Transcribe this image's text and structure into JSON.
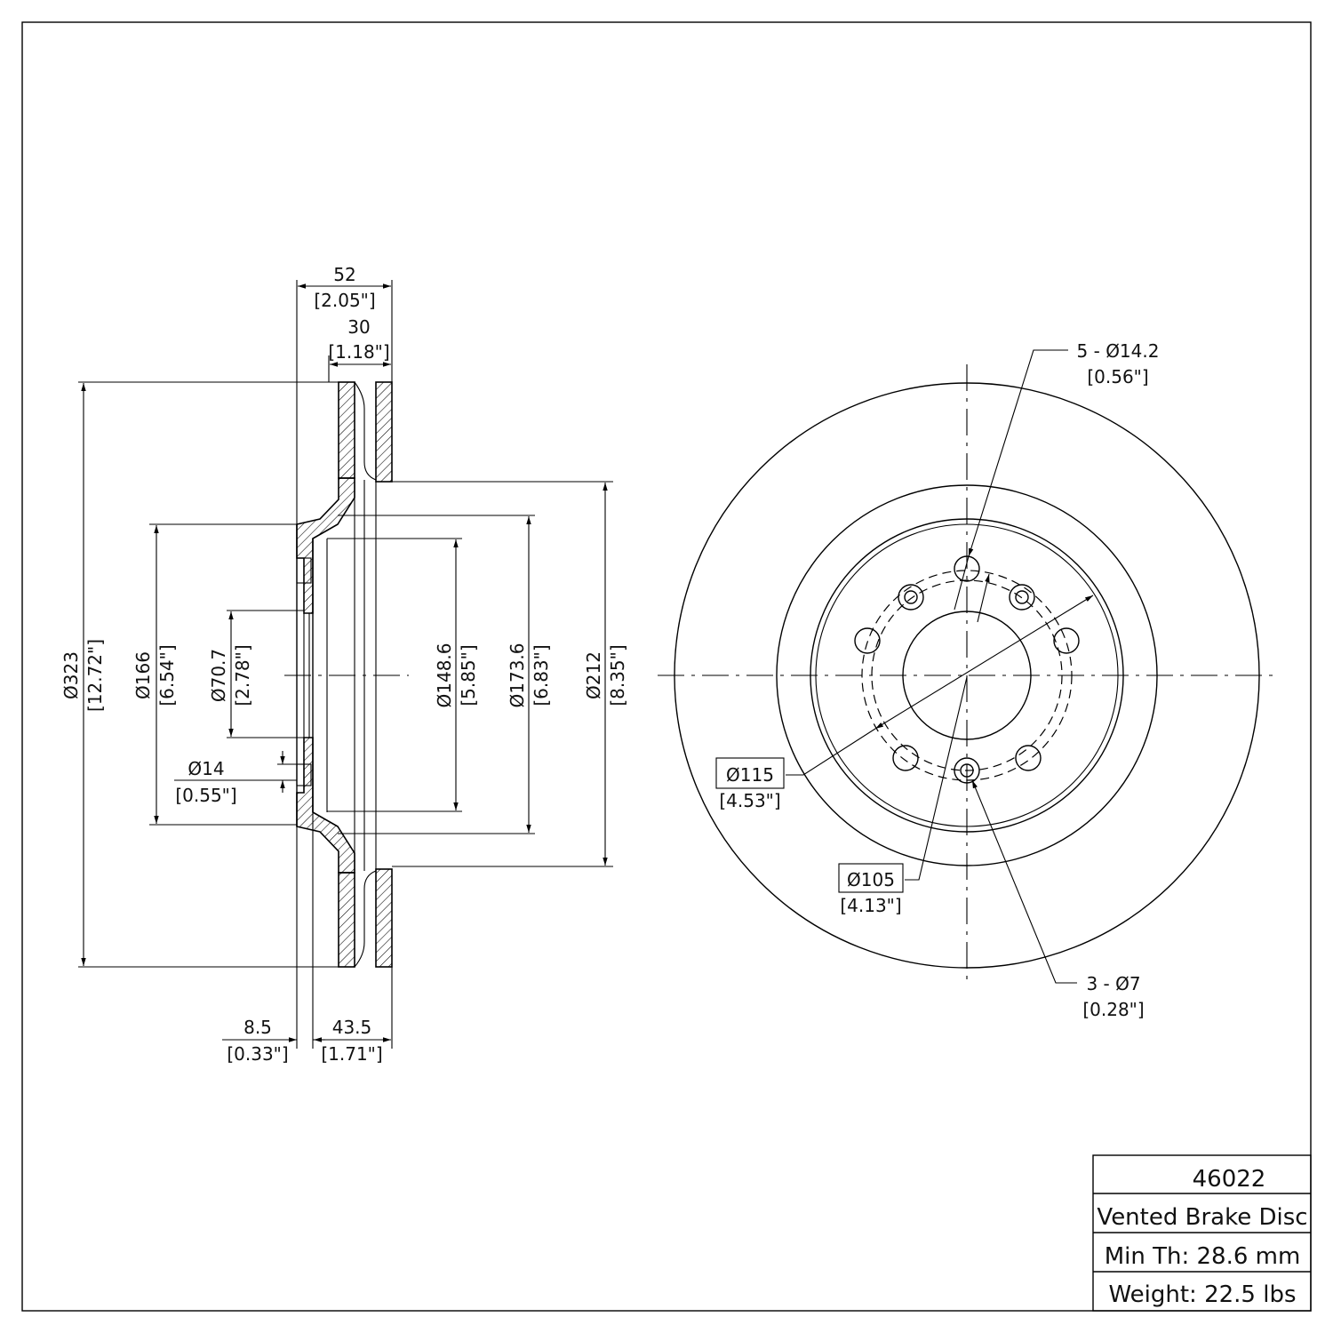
{
  "title_block": {
    "part_number": "46022",
    "description": "Vented Brake Disc",
    "min_thickness": "Min Th: 28.6 mm",
    "weight": "Weight: 22.5 lbs"
  },
  "side_view": {
    "overall_width": {
      "mm": "52",
      "in": "[2.05\"]"
    },
    "disc_thickness": {
      "mm": "30",
      "in": "[1.18\"]"
    },
    "outer_diameter": {
      "mm": "Ø323",
      "in": "[12.72\"]"
    },
    "hat_diameter": {
      "mm": "Ø166",
      "in": "[6.54\"]"
    },
    "center_bore": {
      "mm": "Ø70.7",
      "in": "[2.78\"]"
    },
    "pilot_hole": {
      "mm": "Ø14",
      "in": "[0.55\"]"
    },
    "inner_hat_diameter": {
      "mm": "Ø148.6",
      "in": "[5.85\"]"
    },
    "hat_outer_diameter": {
      "mm": "Ø173.6",
      "in": "[6.83\"]"
    },
    "friction_inner_diameter": {
      "mm": "Ø212",
      "in": "[8.35\"]"
    },
    "hat_thickness": {
      "mm": "8.5",
      "in": "[0.33\"]"
    },
    "hat_height": {
      "mm": "43.5",
      "in": "[1.71\"]"
    }
  },
  "front_view": {
    "bolt_holes": {
      "mm": "5 - Ø14.2",
      "in": "[0.56\"]"
    },
    "bolt_circle_outer": {
      "mm": "Ø115",
      "in": "[4.53\"]"
    },
    "bolt_circle_inner": {
      "mm": "Ø105",
      "in": "[4.13\"]"
    },
    "small_holes": {
      "mm": "3 - Ø7",
      "in": "[0.28\"]"
    }
  }
}
